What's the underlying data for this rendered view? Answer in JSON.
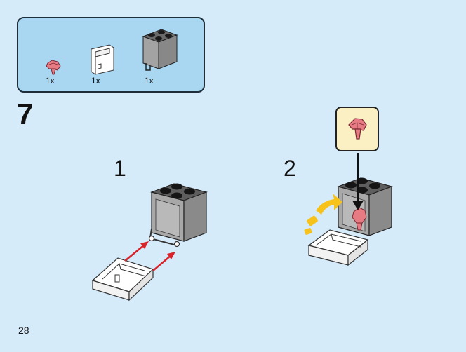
{
  "parts_list": {
    "items": [
      {
        "name": "jewel",
        "qty": "1x",
        "icon": "pink-jewel-icon"
      },
      {
        "name": "drawer",
        "qty": "1x",
        "icon": "white-drawer-icon"
      },
      {
        "name": "container",
        "qty": "1x",
        "icon": "grey-container-icon"
      }
    ]
  },
  "step": {
    "number": "7",
    "substeps": [
      {
        "label": "1"
      },
      {
        "label": "2"
      }
    ]
  },
  "page": {
    "number": "28"
  },
  "colors": {
    "background": "#d6ebfa",
    "parts_box": "#a9d7f2",
    "callout": "#fbf0c4",
    "arrow_red": "#d8232a",
    "arrow_yellow": "#f7c31b",
    "jewel": "#e77b84",
    "container_grey": "#9c9c9c",
    "stud_black": "#1a1a1a"
  }
}
